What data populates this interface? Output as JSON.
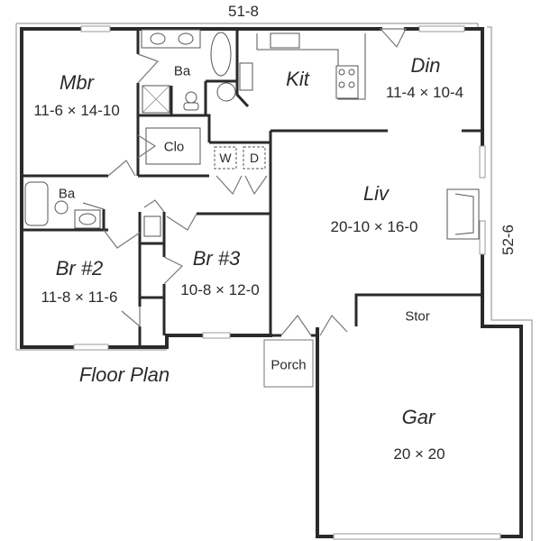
{
  "plan": {
    "title": "Floor Plan",
    "overall_width": "51-8",
    "overall_depth": "52-6"
  },
  "rooms": {
    "mbr": {
      "name": "Mbr",
      "dims": "11-6 × 14-10"
    },
    "ba_master": {
      "name": "Ba"
    },
    "clo": {
      "name": "Clo"
    },
    "kit": {
      "name": "Kit"
    },
    "din": {
      "name": "Din",
      "dims": "11-4 × 10-4"
    },
    "washer": {
      "name": "W"
    },
    "dryer": {
      "name": "D"
    },
    "ba_hall": {
      "name": "Ba"
    },
    "br2": {
      "name": "Br #2",
      "dims": "11-8 × 11-6"
    },
    "br3": {
      "name": "Br #3",
      "dims": "10-8 × 12-0"
    },
    "liv": {
      "name": "Liv",
      "dims": "20-10 × 16-0"
    },
    "stor": {
      "name": "Stor"
    },
    "porch": {
      "name": "Porch"
    },
    "gar": {
      "name": "Gar",
      "dims": "20 × 20"
    }
  },
  "colors": {
    "wall": "#2a2a2a",
    "text": "#2a2a2a",
    "background": "#ffffff"
  }
}
